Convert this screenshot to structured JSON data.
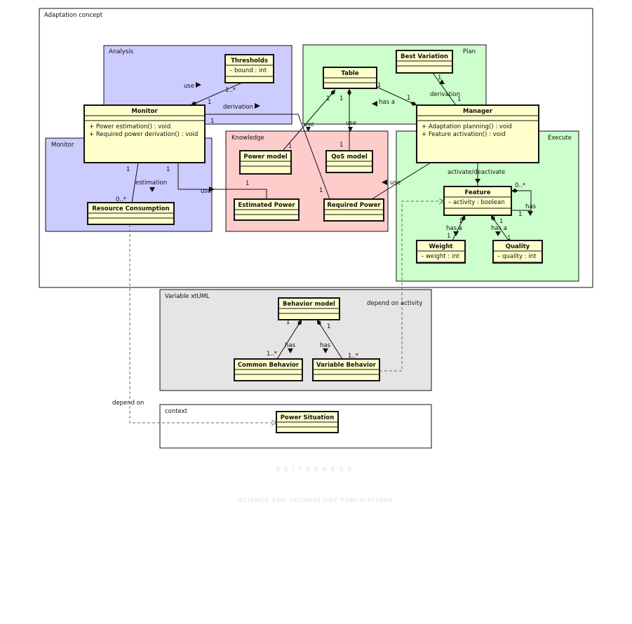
{
  "watermark": {
    "main": "SCITEPRESS",
    "sub": "SCIENCE AND TECHNOLOGY PUBLICATIONS"
  },
  "colors": {
    "analysis": "#ccccff",
    "knowledge": "#ffcccc",
    "plan": "#ccffcc",
    "variable": "#e5e5e5",
    "class_fill": "#ffffcc"
  },
  "packages": [
    {
      "id": "adaptation",
      "label": "Adaptation concept"
    },
    {
      "id": "analysis",
      "label": "Analysis"
    },
    {
      "id": "monitor",
      "label": "Monitor"
    },
    {
      "id": "plan",
      "label": "Plan"
    },
    {
      "id": "knowledge",
      "label": "Knowledge"
    },
    {
      "id": "execute",
      "label": "Execute"
    },
    {
      "id": "variable",
      "label": "Variable xtUML"
    },
    {
      "id": "context",
      "label": "context"
    }
  ],
  "classes": [
    {
      "id": "thresholds",
      "name": "Thresholds",
      "attributes": [
        "– bound : int"
      ],
      "operations": []
    },
    {
      "id": "monitor",
      "name": "Monitor",
      "attributes": [],
      "operations": [
        "+ Power estimation() : void",
        "+ Required power derivation() : void"
      ]
    },
    {
      "id": "resource",
      "name": "Resource Consumption",
      "attributes": [],
      "operations": []
    },
    {
      "id": "table",
      "name": "Table",
      "attributes": [],
      "operations": []
    },
    {
      "id": "bestvar",
      "name": "Best Variation",
      "attributes": [],
      "operations": []
    },
    {
      "id": "manager",
      "name": "Manager",
      "attributes": [],
      "operations": [
        "+ Adaptation planning() : void",
        "+ Feature activation() : void"
      ]
    },
    {
      "id": "powermodel",
      "name": "Power model",
      "attributes": [],
      "operations": []
    },
    {
      "id": "qos",
      "name": "QoS model",
      "attributes": [],
      "operations": []
    },
    {
      "id": "estpower",
      "name": "Estimated Power",
      "attributes": [],
      "operations": []
    },
    {
      "id": "reqpower",
      "name": "Required Power",
      "attributes": [],
      "operations": []
    },
    {
      "id": "feature",
      "name": "Feature",
      "attributes": [
        "– activity : boolean"
      ],
      "operations": []
    },
    {
      "id": "weight",
      "name": "Weight",
      "attributes": [
        "– weight : int"
      ],
      "operations": []
    },
    {
      "id": "quality",
      "name": "Quality",
      "attributes": [
        "– quality : int"
      ],
      "operations": []
    },
    {
      "id": "behavior",
      "name": "Behavior model",
      "attributes": [],
      "operations": []
    },
    {
      "id": "common",
      "name": "Common Behavior",
      "attributes": [],
      "operations": []
    },
    {
      "id": "variablebeh",
      "name": "Variable Behavior",
      "attributes": [],
      "operations": []
    },
    {
      "id": "powersit",
      "name": "Power Situation",
      "attributes": [],
      "operations": []
    }
  ],
  "labels": [
    "use",
    "1..*",
    "1",
    "derivation",
    "1",
    "1",
    "1",
    "estimation",
    "0..*",
    "use",
    "1",
    "1",
    "use",
    "1",
    "1",
    "1",
    "has a",
    "1",
    "1",
    "derivation",
    "1",
    "use",
    "1",
    "use",
    "1",
    "activate/deactivate",
    "0..*",
    "has",
    "1",
    "1",
    "has a",
    "1",
    "1",
    "has a",
    "1",
    "1",
    "1",
    "has",
    "has",
    "1..*",
    "1..*",
    "depend on activity",
    "depend on"
  ]
}
